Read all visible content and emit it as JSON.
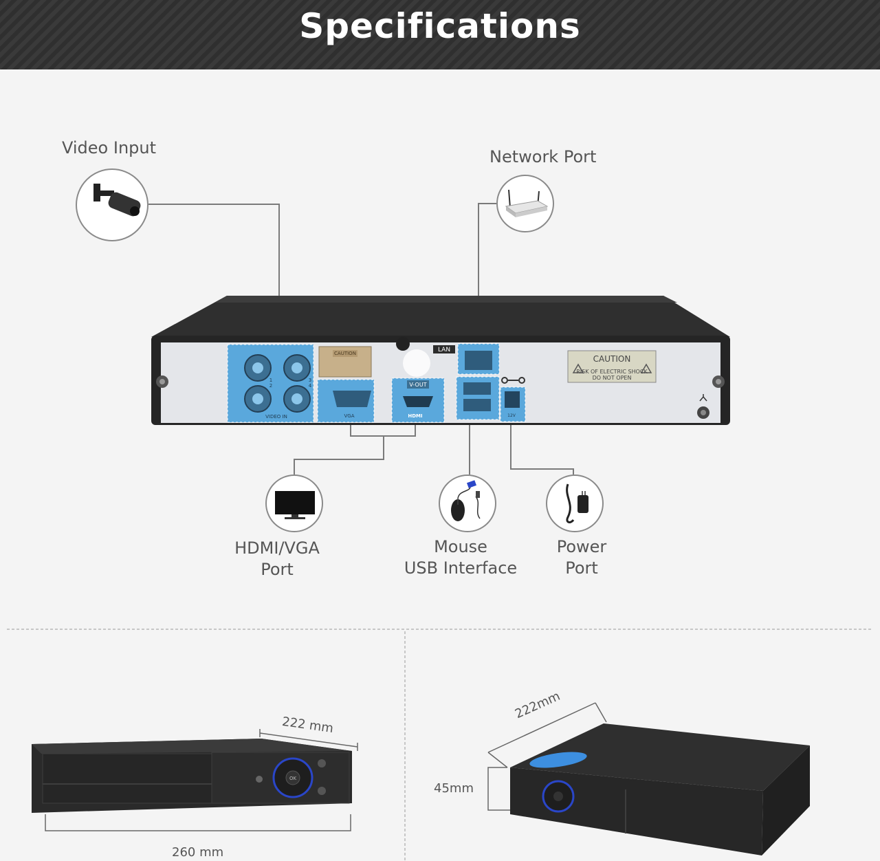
{
  "header": {
    "title": "Specifications"
  },
  "labels": {
    "video_input": "Video Input",
    "network_port": "Network Port",
    "hdmi_vga_line1": "HDMI/VGA",
    "hdmi_vga_line2": "Port",
    "mouse_line1": "Mouse",
    "mouse_line2": "USB Interface",
    "power_line1": "Power",
    "power_line2": "Port"
  },
  "panel": {
    "lan": "LAN",
    "vout": "V-OUT",
    "video_in": "VIDEO IN",
    "vga": "VGA",
    "hdmi": "HDMI",
    "caution": "CAUTION",
    "caution_line1": "RISK OF ELECTRIC SHOCK",
    "caution_line2": "DO NOT OPEN",
    "small_caution": "CAUTION",
    "channel_1": "1",
    "channel_2": "2",
    "channel_3": "3",
    "channel_4": "4",
    "dc": "12V"
  },
  "dimensions": {
    "width_left": "260 mm",
    "depth_left": "222 mm",
    "depth_right": "222mm",
    "height_right": "45mm"
  },
  "front_panel": {
    "ok": "OK"
  },
  "colors": {
    "highlight": "#5aa8dc",
    "device_dark": "#2b2b2b",
    "panel_light": "#e4e6ea",
    "line": "#7a7a7a"
  }
}
